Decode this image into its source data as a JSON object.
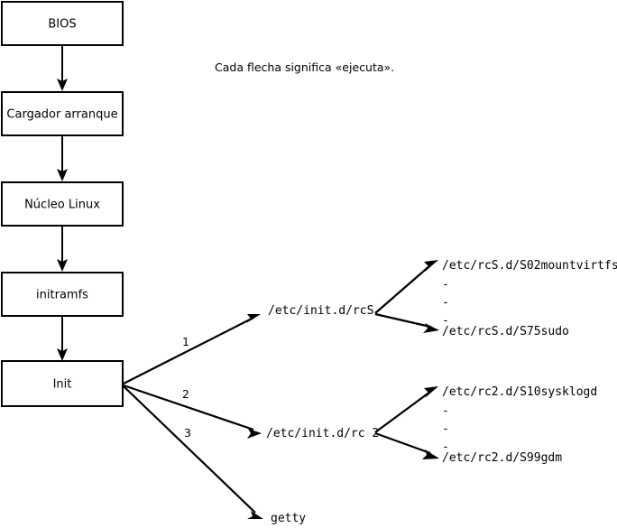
{
  "diagram": {
    "title": "Linux boot process diagram",
    "caption": "Cada flecha significa «ejecuta».",
    "stroke_color": "#000000",
    "background_color": "#ffffff",
    "boot_chain": [
      {
        "id": "bios",
        "label": "BIOS"
      },
      {
        "id": "bootloader",
        "label": "Cargador arranque"
      },
      {
        "id": "kernel",
        "label": "Núcleo Linux"
      },
      {
        "id": "initramfs",
        "label": "initramfs"
      },
      {
        "id": "init",
        "label": "Init"
      }
    ],
    "branches": [
      {
        "number": "1",
        "target": "/etc/init.d/rcS"
      },
      {
        "number": "2",
        "target": "/etc/init.d/rc 2"
      },
      {
        "number": "3",
        "target": "getty"
      }
    ],
    "rcs_scripts": {
      "first": "/etc/rcS.d/S02mountvirtfs",
      "ellipsis": [
        "-",
        "-",
        "-"
      ],
      "last": "/etc/rcS.d/S75sudo"
    },
    "rc2_scripts": {
      "first": "/etc/rc2.d/S10sysklogd",
      "ellipsis": [
        "-",
        "-",
        "-"
      ],
      "last": "/etc/rc2.d/S99gdm"
    }
  }
}
